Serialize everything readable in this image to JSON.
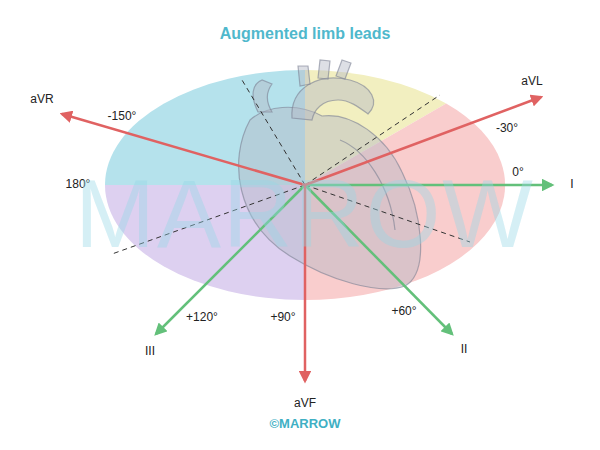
{
  "diagram": {
    "title": "Augmented limb leads",
    "labels": [
      "aVR",
      "-150°",
      "aVL",
      "-30°",
      "180°",
      "0°",
      "I",
      "+120°",
      "+90°",
      "+60°",
      "III",
      "II",
      "aVF",
      "MARROW",
      "©MARROW"
    ]
  }
}
